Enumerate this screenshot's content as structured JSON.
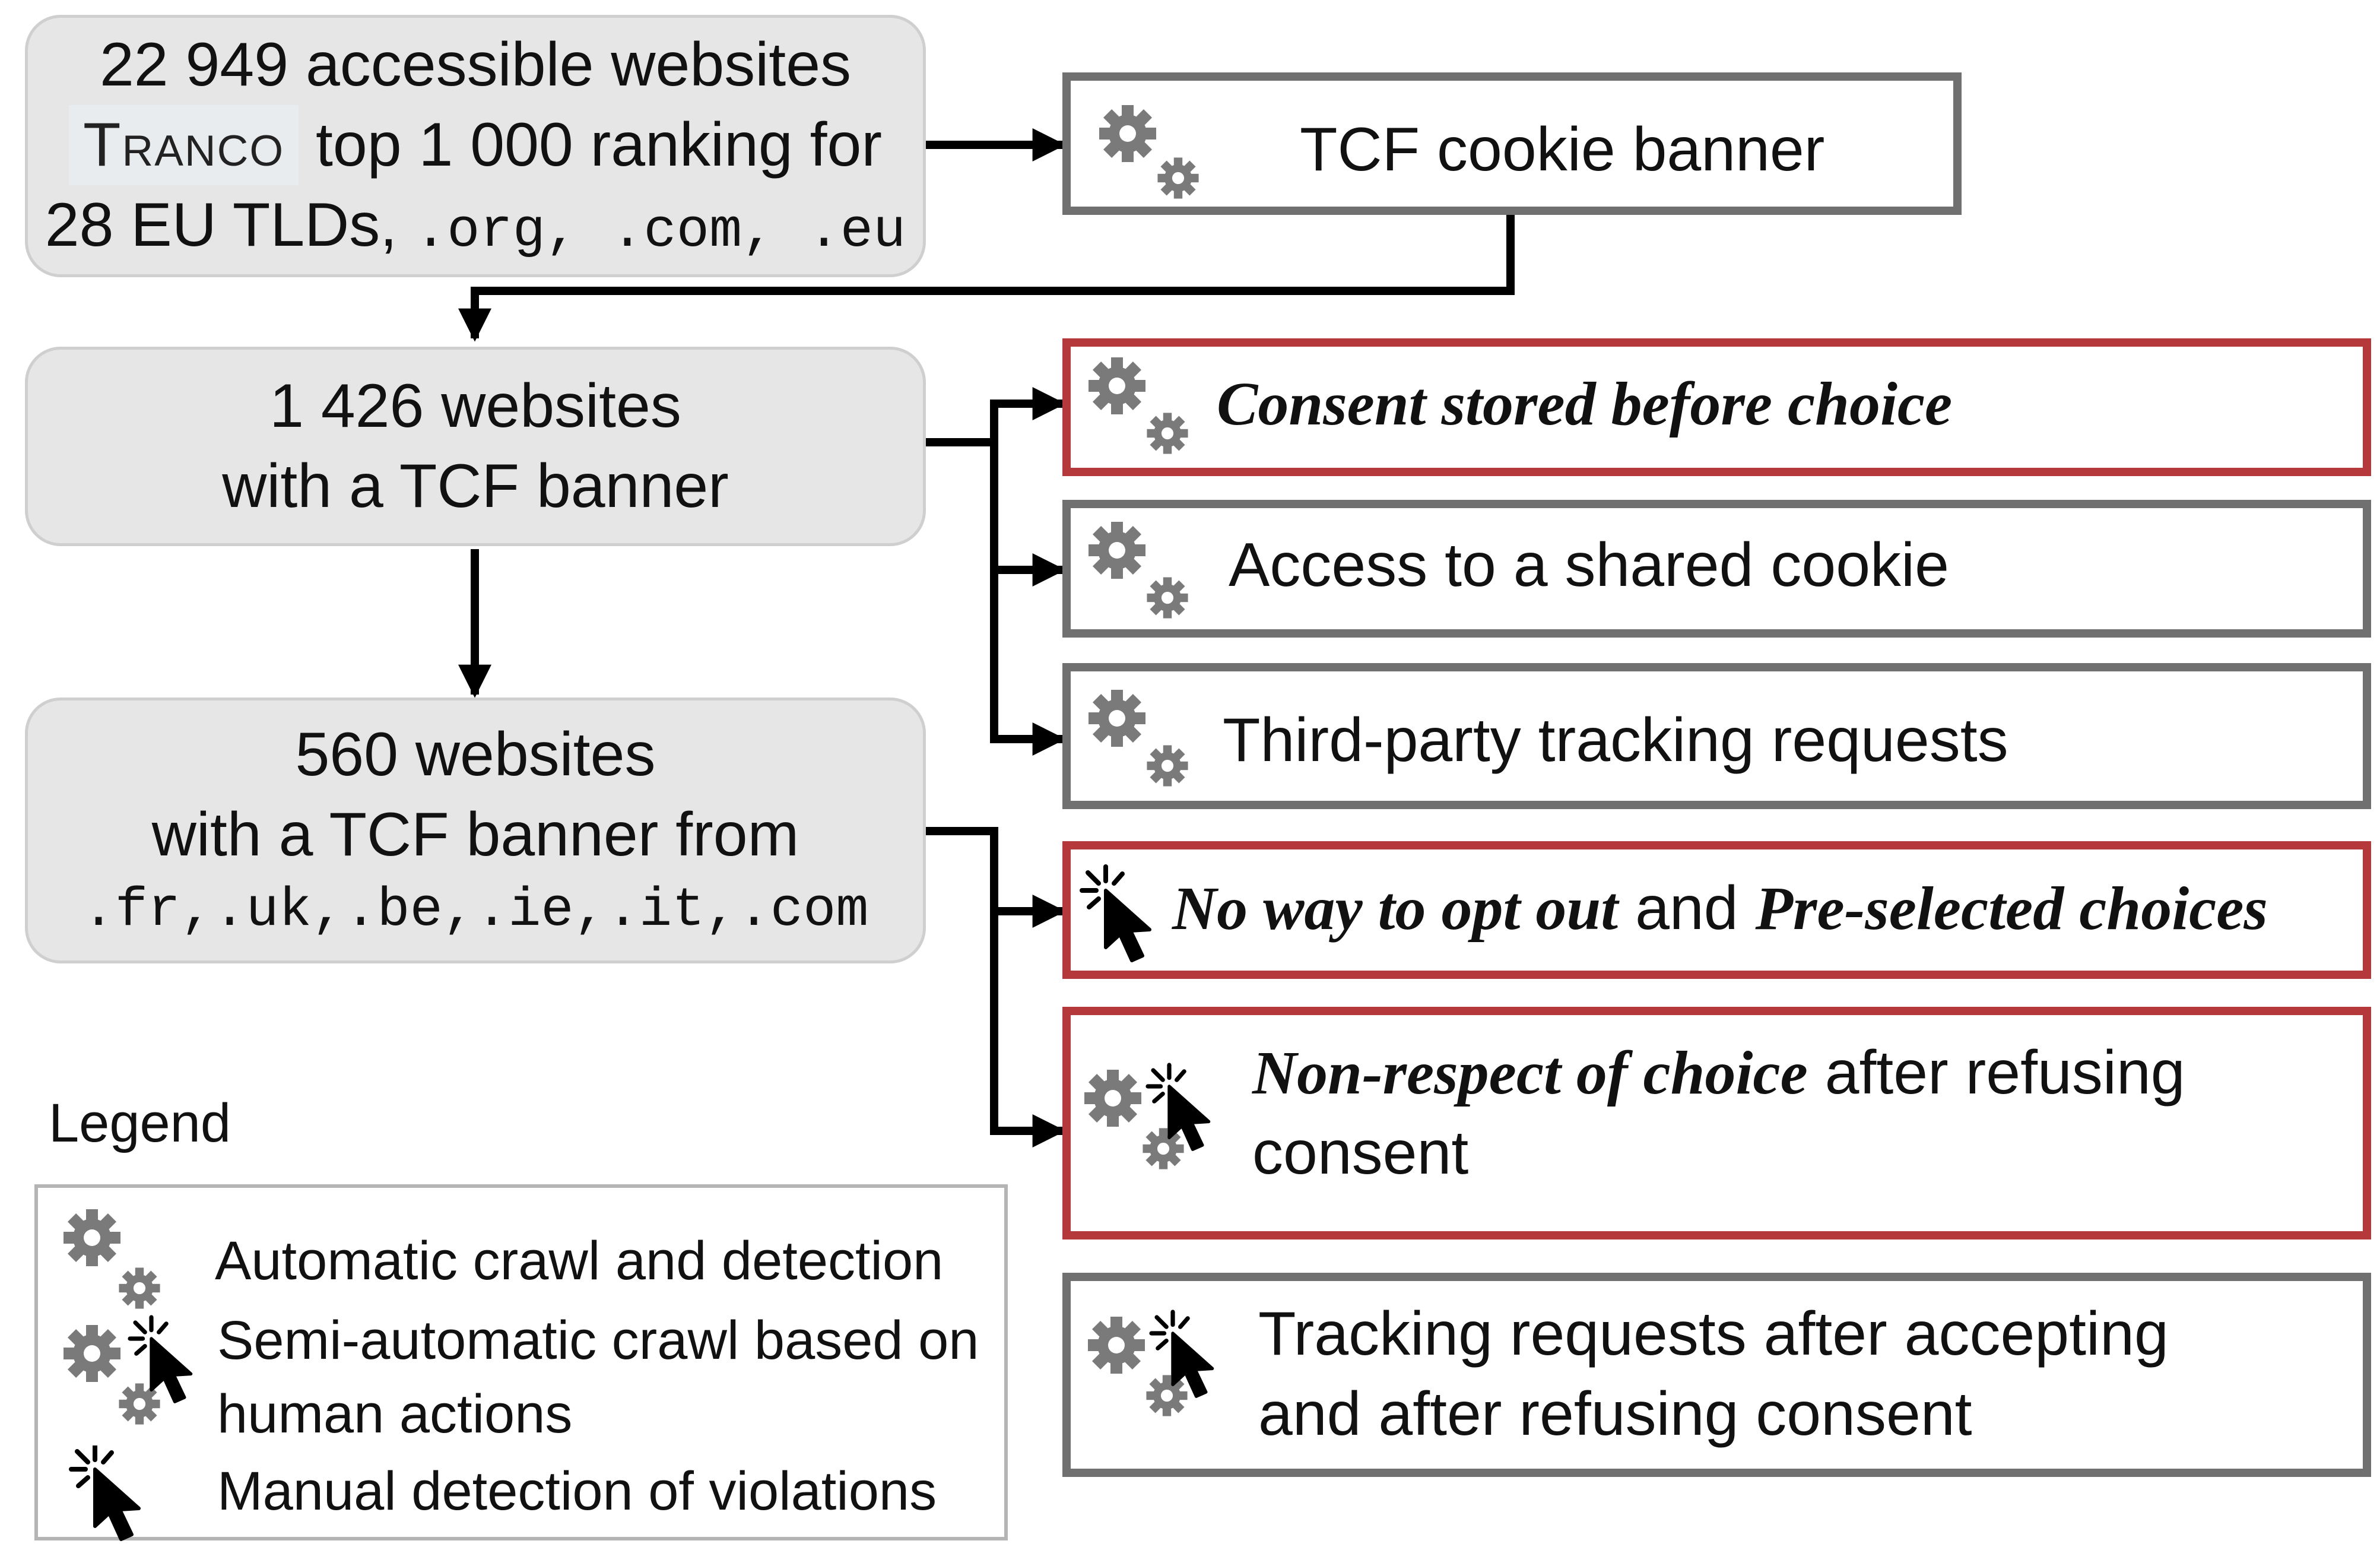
{
  "sources": [
    {
      "line1": "22 949 accessible  websites",
      "line2_brand": "Tranco",
      "line2_rest": "top 1 000 ranking for",
      "line3_plain": "28 EU TLDs,",
      "line3_mono": ".org, .com, .eu"
    },
    {
      "line1": "1 426 websites",
      "line2": "with a TCF banner"
    },
    {
      "line1": "560 websites",
      "line2": "with a TCF banner from",
      "line3_mono": ".fr,.uk,.be,.ie,.it,.com"
    }
  ],
  "detections": {
    "tcf_banner": "TCF cookie banner",
    "consent_stored": "Consent stored before choice",
    "shared_cookie": "Access to a shared cookie",
    "third_party": "Third-party tracking requests",
    "no_opt_out": {
      "part1": "No way to opt out",
      "and": "and",
      "part2": "Pre-selected choices"
    },
    "non_respect": {
      "part1": "Non-respect of choice",
      "rest": "after refusing",
      "line2": "consent"
    },
    "tracking_after": {
      "line1": "Tracking requests after accepting",
      "line2": "and after refusing consent"
    }
  },
  "legend": {
    "title": "Legend",
    "automatic": "Automatic crawl  and detection",
    "semi_line1": "Semi-automatic  crawl based  on",
    "semi_line2": "human actions",
    "manual": "Manual detection  of violations"
  },
  "icons": {
    "gears": "gears-icon",
    "cursor": "click-cursor-icon"
  },
  "colors": {
    "violation_border": "#b5383a",
    "neutral_border": "#707070",
    "source_fill": "#e6e6e6",
    "gear": "#7a7a7a"
  }
}
